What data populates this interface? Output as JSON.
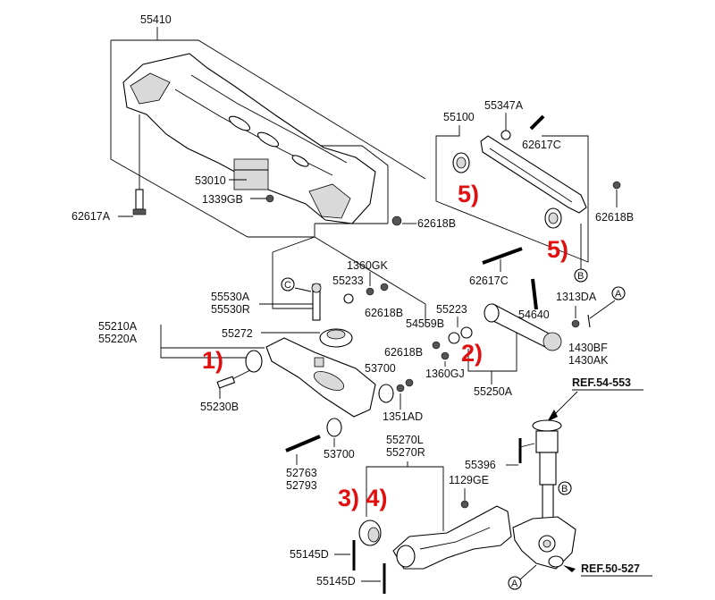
{
  "colors": {
    "line": "#000000",
    "annotation": "#e01010",
    "background": "#ffffff"
  },
  "labels": {
    "p55410": "55410",
    "p53010": "53010",
    "p1339GB": "1339GB",
    "p62617A": "62617A",
    "p62618B_a": "62618B",
    "p55100": "55100",
    "p55347A": "55347A",
    "p62617C_a": "62617C",
    "p62618B_b": "62618B",
    "p62617C_b": "62617C",
    "p1360GK": "1360GK",
    "p55233": "55233",
    "p62618B_c": "62618B",
    "p55530A": "55530A",
    "p55530R": "55530R",
    "p55210A": "55210A",
    "p55220A": "55220A",
    "p55272": "55272",
    "p55230B": "55230B",
    "p54559B": "54559B",
    "p55223": "55223",
    "p54640": "54640",
    "p1313DA": "1313DA",
    "p1430BF": "1430BF",
    "p1430AK": "1430AK",
    "p62618B_d": "62618B",
    "p53700_a": "53700",
    "p1360GJ": "1360GJ",
    "p55250A": "55250A",
    "p1351AD": "1351AD",
    "p53700_b": "53700",
    "p52763": "52763",
    "p52793": "52793",
    "p55270L": "55270L",
    "p55270R": "55270R",
    "p55396": "55396",
    "p1129GE": "1129GE",
    "p55145D_a": "55145D",
    "p55145D_b": "55145D",
    "ref54": "REF.54-553",
    "ref50": "REF.50-527"
  },
  "callouts": {
    "c1": "1)",
    "c2": "2)",
    "c34": "3) 4)",
    "c5a": "5)",
    "c5b": "5)"
  },
  "circle_markers": {
    "A_top": "A",
    "A_bottom": "A",
    "B_top": "B",
    "B_bottom": "B",
    "C": "C"
  }
}
